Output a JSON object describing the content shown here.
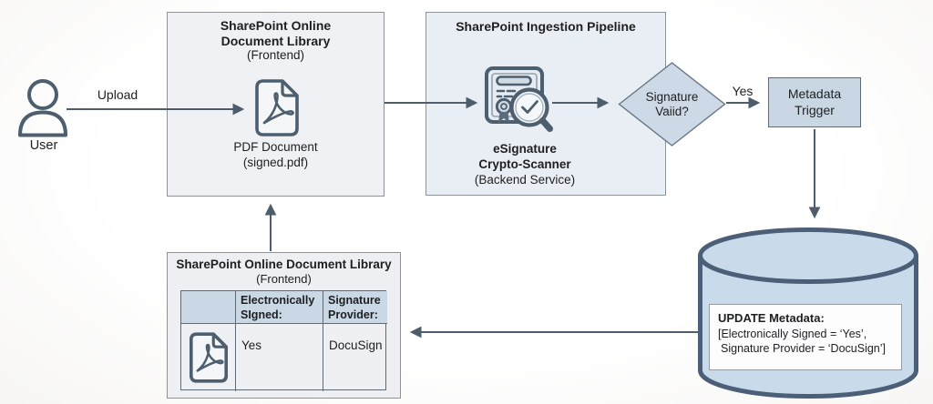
{
  "user": {
    "label": "User",
    "icon": "person-icon"
  },
  "edges": {
    "upload": "Upload",
    "yes": "Yes"
  },
  "frontend_box": {
    "title1": "SharePoint Online",
    "title2": "Document Library",
    "subtitle": "(Frontend)",
    "doc_caption1": "PDF Document",
    "doc_caption2": "(signed.pdf)",
    "icon": "pdf-file-icon"
  },
  "pipeline_box": {
    "title": "SharePoint Ingestion Pipeline",
    "service1": "eSignature",
    "service2": "Crypto-Scanner",
    "service3": "(Backend Service)",
    "icon": "certificate-scan-icon"
  },
  "decision": {
    "line1": "Signature",
    "line2": "Vaiid?"
  },
  "trigger": {
    "line1": "Metadata",
    "line2": "Trigger"
  },
  "database": {
    "note_title": "UPDATE Metadata:",
    "note_line2": "[Electronically Signed = ‘Yes’,",
    "note_line3": "Signature Provider = ‘DocuSign’]",
    "icon": "database-cylinder"
  },
  "result_box": {
    "title": "SharePoint Online Document Library",
    "subtitle": "(Frontend)",
    "table": {
      "headers": [
        "",
        "Electronically SIgned:",
        "Signature Provider:"
      ],
      "row": {
        "signed": "Yes",
        "provider": "DocuSign"
      }
    }
  },
  "colors": {
    "node_fill": "#cdd9e6",
    "db_fill": "#c9dbeb",
    "line": "#4d5d6c"
  }
}
